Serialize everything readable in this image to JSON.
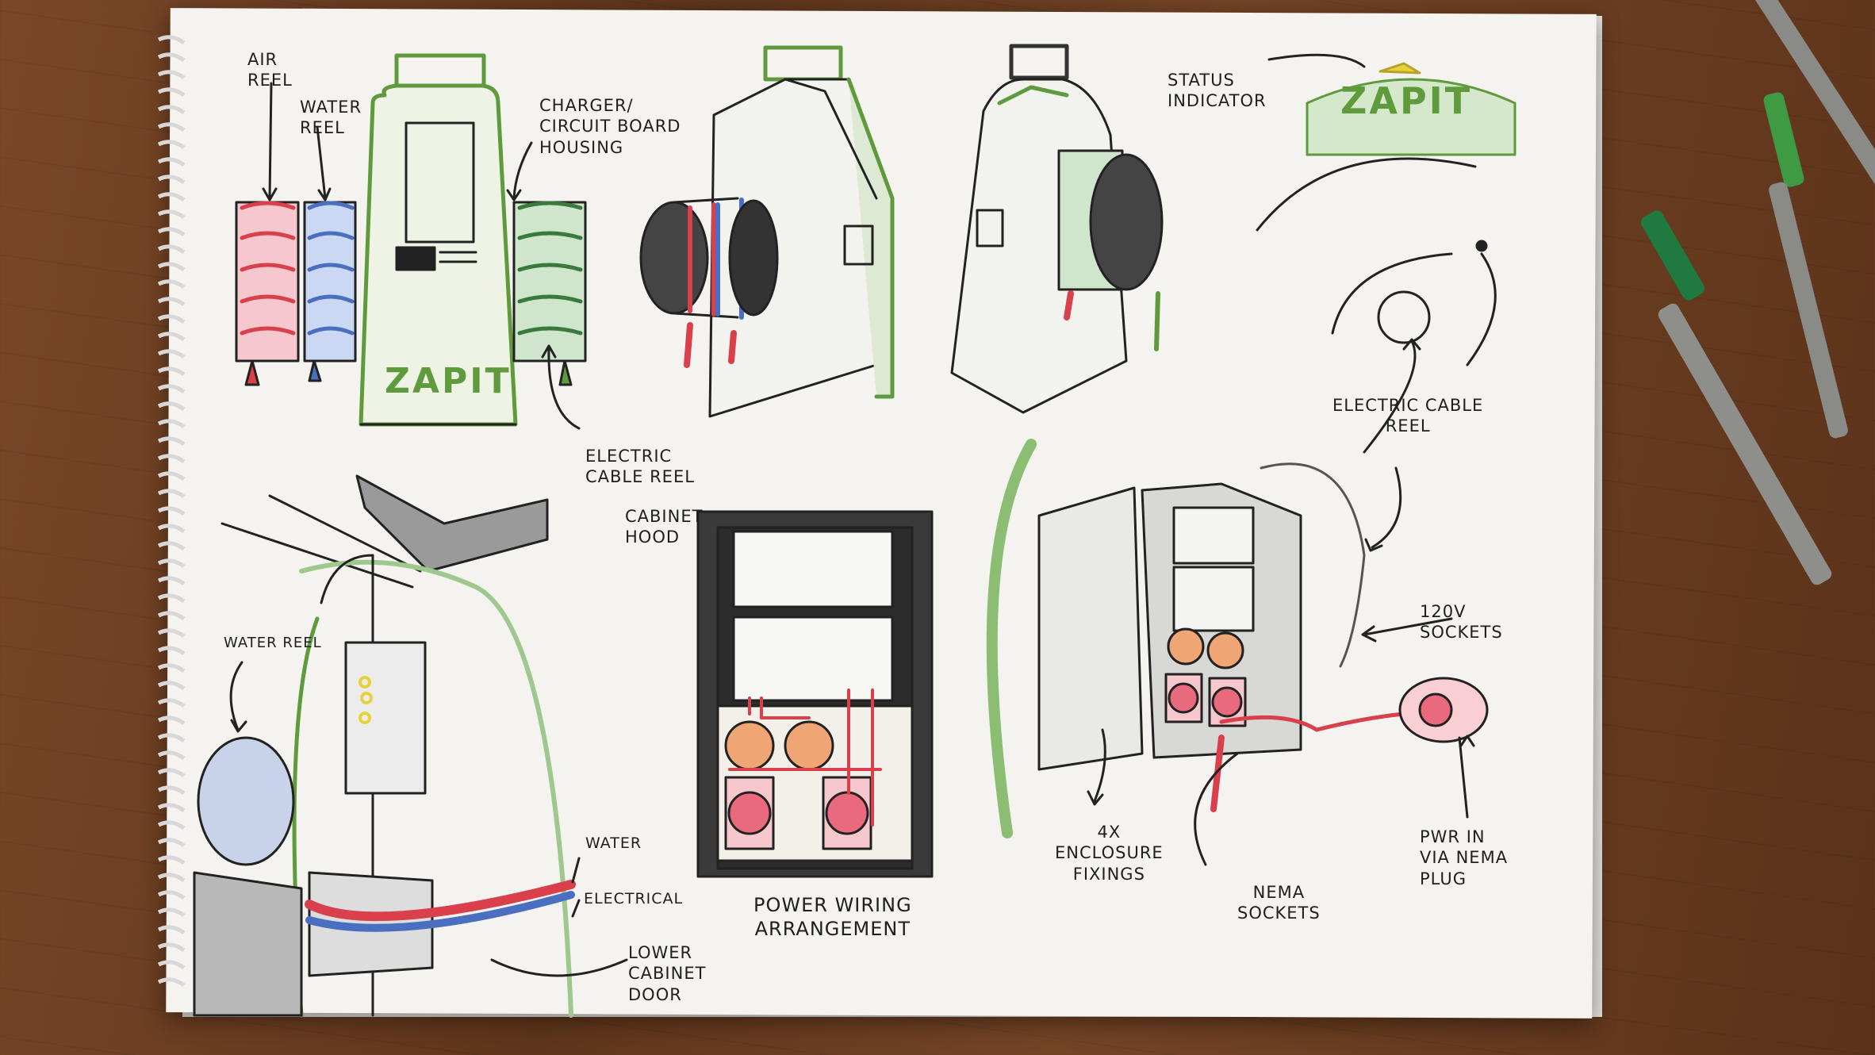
{
  "brand": {
    "logo_text": "ZAPIT"
  },
  "labels": {
    "air_reel": "AIR\nREEL",
    "water_reel_top": "WATER\nREEL",
    "charger_housing": "CHARGER/\nCIRCUIT BOARD\nHOUSING",
    "electric_cable_reel_left": "ELECTRIC\nCABLE REEL",
    "status_indicator": "STATUS\nINDICATOR",
    "electric_cable_reel_right": "ELECTRIC CABLE\nREEL",
    "cabinet_hood": "CABINET\nHOOD",
    "water_reel_bottom": "WATER REEL",
    "water": "WATER",
    "electrical": "ELECTRICAL",
    "lower_cabinet_door": "LOWER\nCABINET\nDOOR",
    "power_wiring": "POWER WIRING\nARRANGEMENT",
    "sockets_120v": "120V\nSOCKETS",
    "enclosure_fixings": "4X\nENCLOSURE\nFIXINGS",
    "nema_sockets": "NEMA\nSOCKETS",
    "pwr_in": "PWR IN\nVIA NEMA\nPLUG"
  },
  "colors": {
    "wood": "#6b3f22",
    "paper": "#f4f3ef",
    "ink": "#1f1f22",
    "green": "#5f9b3c",
    "red": "#d9404b",
    "blue": "#4a6fc0",
    "yellow": "#e8d23a"
  }
}
